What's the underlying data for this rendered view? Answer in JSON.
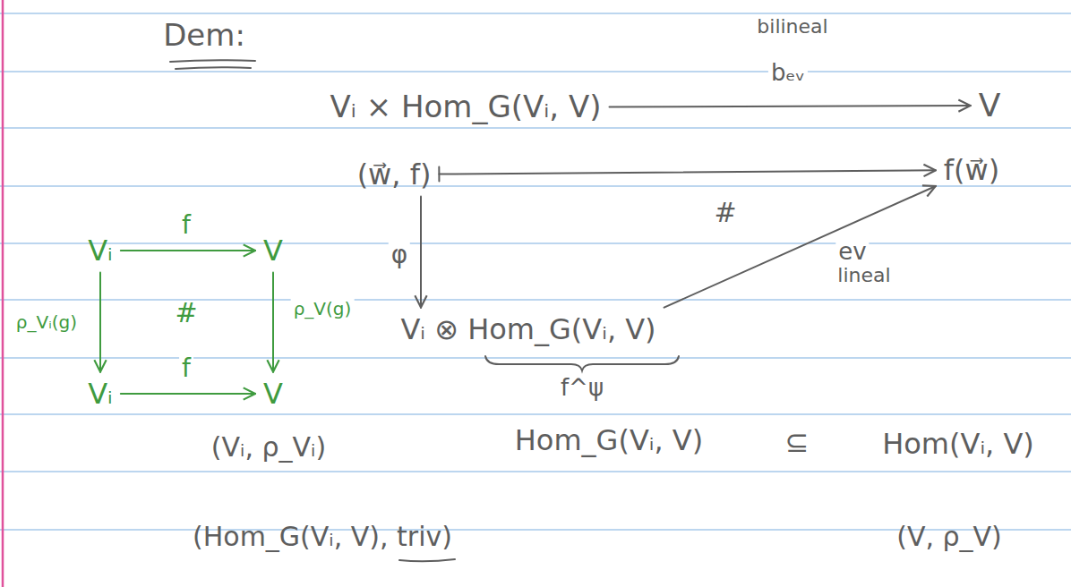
{
  "diagram": {
    "title": "Dem:",
    "nodes": [
      {
        "text": [
          "Vᵢ × Hom_G(Vᵢ, V)"
        ]
      },
      {
        "text": [
          "V"
        ]
      },
      {
        "text": [
          "(w⃗, f)"
        ]
      },
      {
        "text": [
          "f(w⃗)"
        ]
      },
      {
        "text": [
          "Vᵢ ⊗ Hom_G(Vᵢ, V)"
        ]
      },
      {
        "text": [
          "Vᵢ"
        ]
      },
      {
        "text": [
          "V"
        ]
      },
      {
        "text": [
          "Vᵢ"
        ]
      },
      {
        "text": [
          "V"
        ]
      }
    ],
    "edges": [
      {
        "from": 0,
        "to": 1,
        "label": "bₑᵥ",
        "arrow": "to"
      },
      {
        "from": 2,
        "to": 3,
        "arrow": "to"
      },
      {
        "from": 2,
        "to": 4,
        "label": "φ",
        "arrow": "to"
      },
      {
        "from": 4,
        "to": 3,
        "label": "ev",
        "arrow": "to"
      },
      {
        "from": 5,
        "to": 6,
        "label": "f",
        "arrow": "to"
      },
      {
        "from": 5,
        "to": 7,
        "label": "ρ_Vᵢ(g)",
        "arrow": "to"
      },
      {
        "from": 6,
        "to": 8,
        "label": "ρ_V(g)",
        "arrow": "to"
      },
      {
        "from": 7,
        "to": 8,
        "label": "f",
        "arrow": "to"
      }
    ],
    "labels": [
      "bilineal",
      "#",
      "lineal",
      "f^ψ",
      "#",
      "Hom_G(Vᵢ, V)",
      "⊆",
      "Hom(Vᵢ, V)",
      "(Vᵢ, ρ_Vᵢ)",
      "(Hom_G(Vᵢ, V), triv)",
      "(V, ρ_V)"
    ]
  }
}
